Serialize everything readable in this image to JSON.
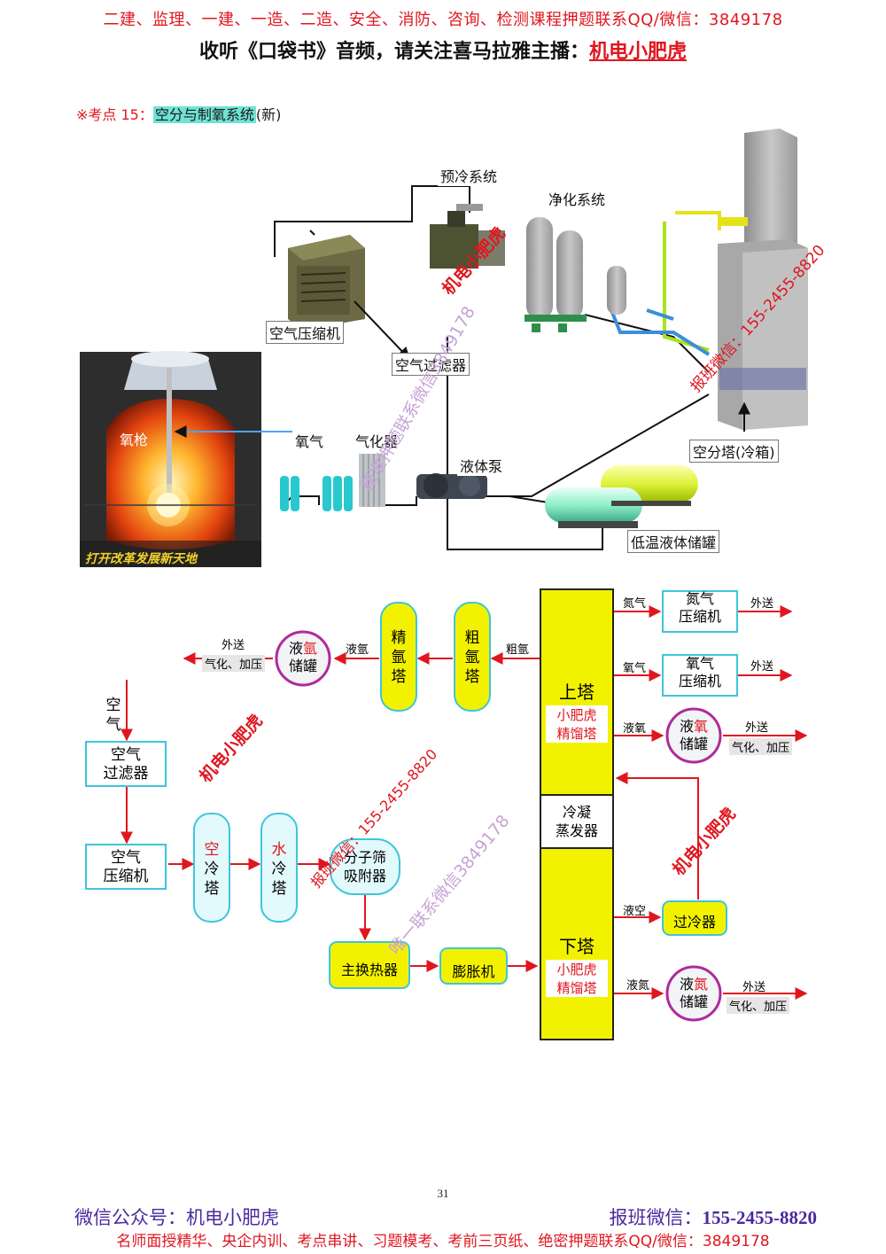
{
  "header": {
    "promo_line": "二建、监理、一建、一造、二造、安全、消防、咨询、检测课程押题联系QQ/微信：3849178",
    "audio_prefix": "收听《口袋书》音频，请关注喜马拉雅主播：",
    "audio_anchor": "机电小肥虎"
  },
  "kaodian": {
    "prefix": "※考点 15：",
    "title": "空分与制氧系统",
    "tag": "(新)"
  },
  "illustration": {
    "labels": {
      "precool": "预冷系统",
      "purify": "净化系统",
      "compressor": "空气压缩机",
      "filter": "空气过滤器",
      "oxygen_lance": "氧枪",
      "oxygen": "氧气",
      "vaporizer": "气化器",
      "liquid_pump": "液体泵",
      "cold_box": "空分塔(冷箱)",
      "cryo_tank": "低温液体储罐",
      "furnace_caption": "打开改革发展新天地"
    }
  },
  "flowchart": {
    "air": "空气",
    "air_filter": [
      "空气",
      "过滤器"
    ],
    "air_compressor": [
      "空气",
      "压缩机"
    ],
    "air_cooling_tower": [
      "空",
      "冷",
      "塔"
    ],
    "water_cooling_tower": [
      "水",
      "冷",
      "塔"
    ],
    "mol_sieve": [
      "分子筛",
      "吸附器"
    ],
    "main_hx": "主换热器",
    "expander": "膨胀机",
    "upper_tower": {
      "title": "上塔",
      "sub1": "小肥虎",
      "sub2": "精馏塔"
    },
    "lower_tower": {
      "title": "下塔",
      "sub1": "小肥虎",
      "sub2": "精馏塔"
    },
    "condenser": [
      "冷凝",
      "蒸发器"
    ],
    "crude_argon": [
      "粗",
      "氩",
      "塔"
    ],
    "pure_argon": [
      "精",
      "氩",
      "塔"
    ],
    "liq_argon_tank": [
      "液",
      "氩",
      "储罐"
    ],
    "n2_comp": [
      "氮气",
      "压缩机"
    ],
    "o2_comp": [
      "氧气",
      "压缩机"
    ],
    "liq_o2_tank": [
      "液",
      "氧",
      "储罐"
    ],
    "subcooler": "过冷器",
    "liq_n2_tank": [
      "液",
      "氮",
      "储罐"
    ],
    "lbl_n2": "氮气",
    "lbl_o2": "氧气",
    "lbl_lox": "液氧",
    "lbl_lair": "液空",
    "lbl_ln2": "液氮",
    "lbl_crude_ar": "粗氩",
    "lbl_lar": "液氩",
    "out_send": "外送",
    "out_vap": "气化、加压"
  },
  "watermarks": {
    "brand": "机电小肥虎",
    "signup": "报班微信：155-2455-8820",
    "exclusive": "精准押题联系微信3849178",
    "only": "唯一联系微信3849178"
  },
  "footer": {
    "page_number": "31",
    "wechat_account": "微信公众号：机电小肥虎",
    "signup_label": "报班微信：",
    "signup_phone": "155-2455-8820",
    "promo_line": "名师面授精华、央企内训、考点串讲、习题模考、考前三页纸、绝密押题联系QQ/微信：3849178"
  },
  "colors": {
    "red": "#e0161f",
    "purple": "#4a2aa0",
    "yellow_fill": "#f2f200",
    "cyan_fill": "#e3fafc",
    "cyan_border": "#3ec5dc",
    "magenta_border": "#b02a9a",
    "highlight": "#6fe3d4"
  }
}
